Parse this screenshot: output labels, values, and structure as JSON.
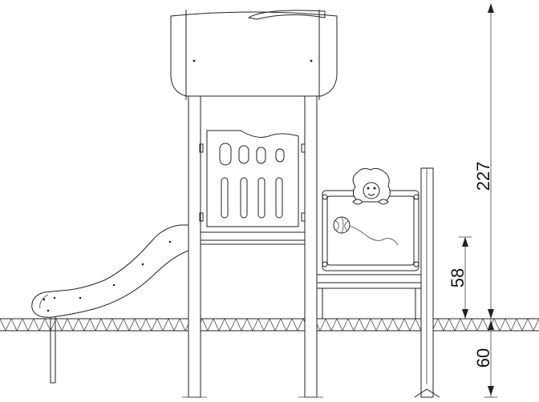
{
  "dimensions": {
    "total_height": "227",
    "panel_height": "58",
    "foundation_depth": "60"
  },
  "colors": {
    "line": "#222222",
    "background": "#ffffff"
  },
  "icons": [
    "lion-face-icon",
    "ball-icon"
  ]
}
